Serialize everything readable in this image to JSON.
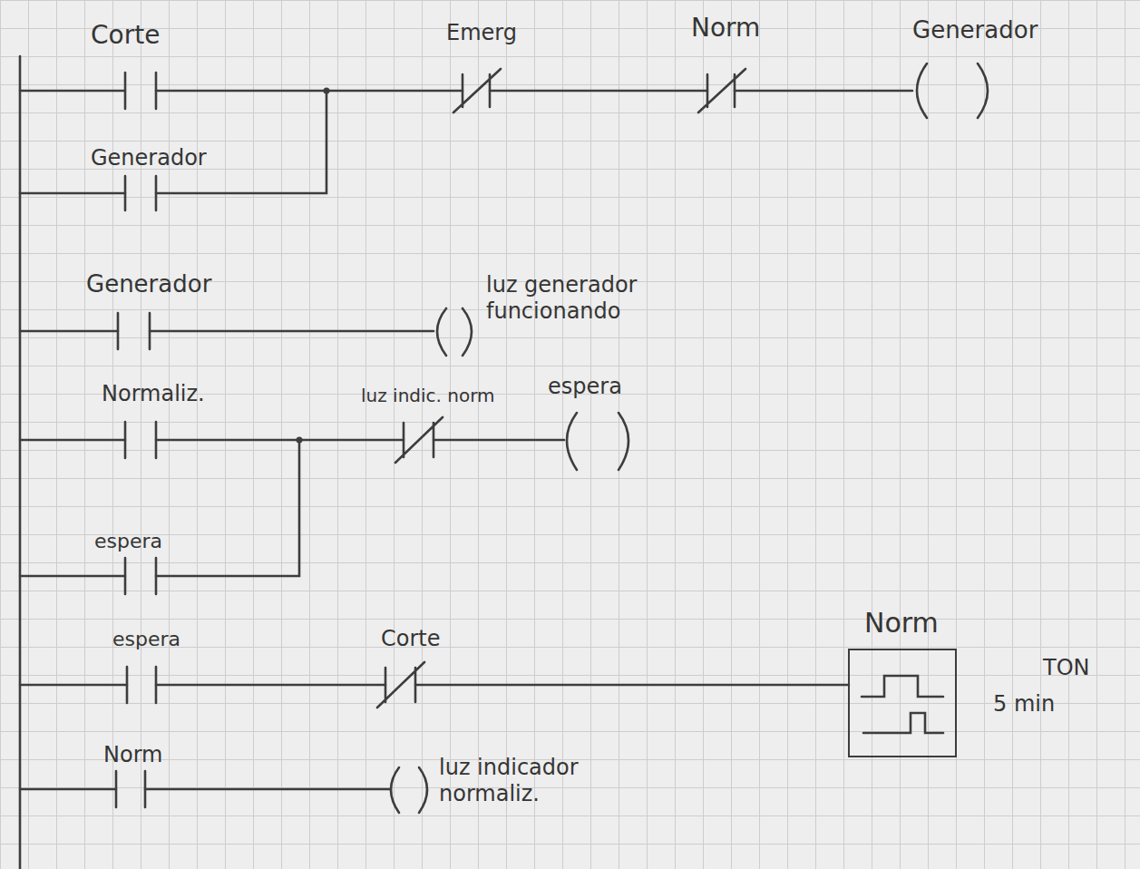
{
  "diagram": {
    "nodes": [
      {
        "text": [
          "Norm"
        ]
      }
    ],
    "labels": [
      "Corte",
      "Emerg",
      "Norm",
      "Generador",
      "Generador",
      "Generador",
      "luz generador funcionando",
      "Normaliz.",
      "luz indic. norm",
      "espera",
      "espera",
      "espera",
      "Corte",
      "TON",
      "5 min",
      "Norm",
      "luz indicador normaliz."
    ]
  }
}
